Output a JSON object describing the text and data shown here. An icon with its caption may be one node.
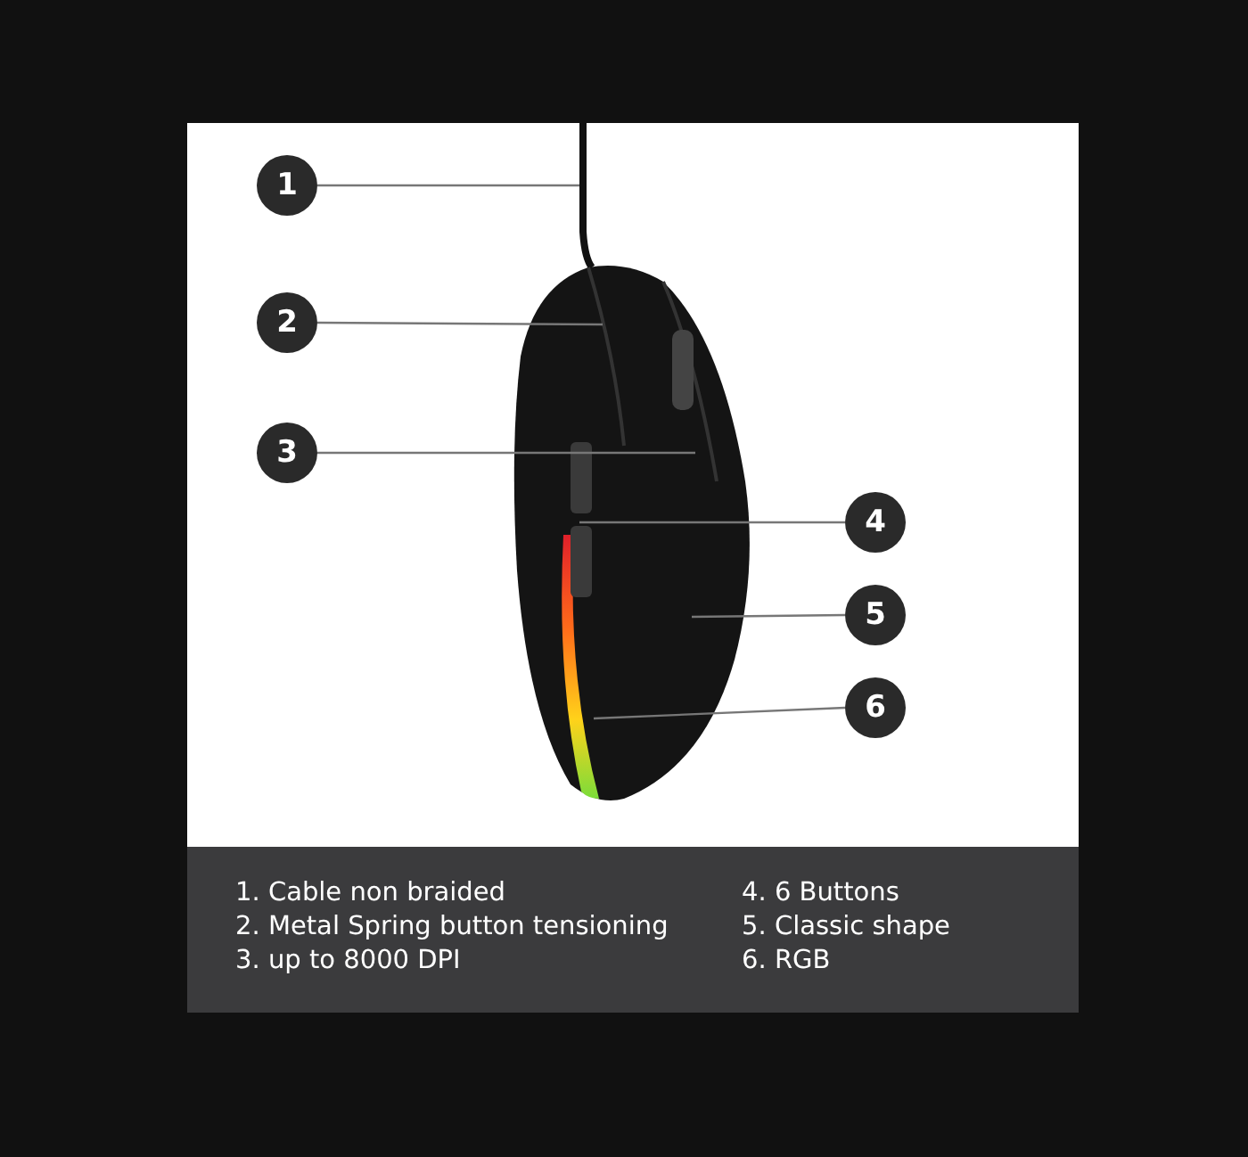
{
  "diagram": {
    "nodes": [
      {
        "text": [
          "1"
        ]
      },
      {
        "text": [
          "2"
        ]
      },
      {
        "text": [
          "3"
        ]
      },
      {
        "text": [
          "4"
        ]
      },
      {
        "text": [
          "5"
        ]
      },
      {
        "text": [
          "6"
        ]
      }
    ],
    "edges": [
      {
        "from": 0,
        "to": null,
        "arrow": "none"
      },
      {
        "from": 1,
        "to": null,
        "arrow": "none"
      },
      {
        "from": 2,
        "to": null,
        "arrow": "none"
      },
      {
        "from": 3,
        "to": null,
        "arrow": "none"
      },
      {
        "from": 4,
        "to": null,
        "arrow": "none"
      },
      {
        "from": 5,
        "to": null,
        "arrow": "none"
      }
    ],
    "labels": [
      "1. Cable non braided",
      "2. Metal Spring button tensioning",
      "3. up to 8000 DPI",
      "4. 6 Buttons",
      "5. Classic shape",
      "6. RGB"
    ]
  }
}
